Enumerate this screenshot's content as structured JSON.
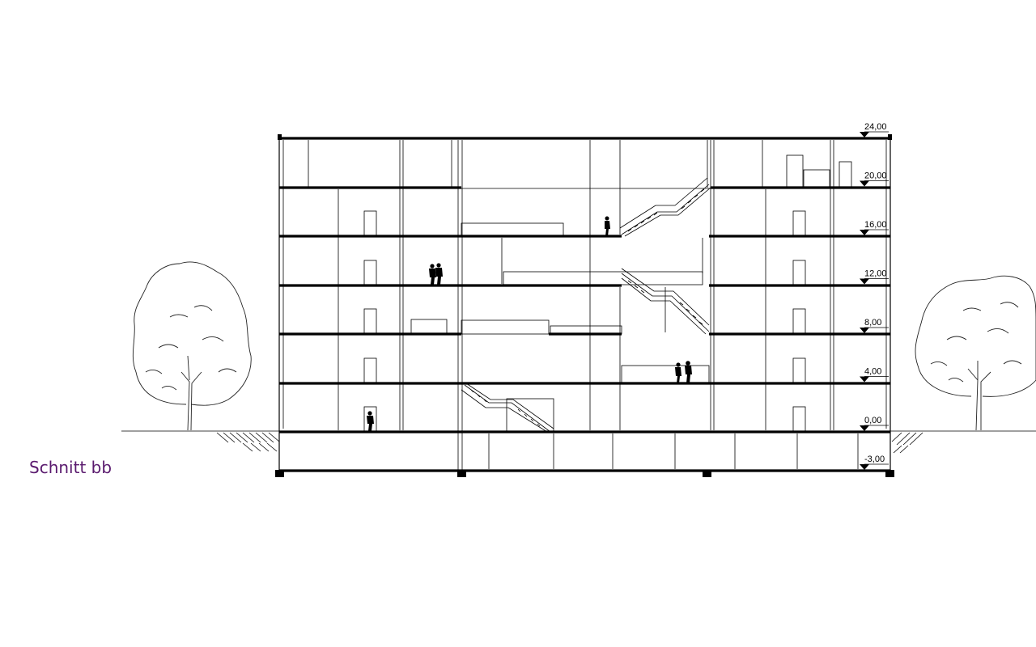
{
  "title": "Schnitt bb",
  "colors": {
    "title": "#5a1a6e",
    "line": "#000000",
    "background": "#ffffff"
  },
  "levels": [
    {
      "label": "24,00",
      "value": 24.0
    },
    {
      "label": "20,00",
      "value": 20.0
    },
    {
      "label": "16,00",
      "value": 16.0
    },
    {
      "label": "12,00",
      "value": 12.0
    },
    {
      "label": "8,00",
      "value": 8.0
    },
    {
      "label": "4,00",
      "value": 4.0
    },
    {
      "label": "0,00",
      "value": 0.0
    },
    {
      "label": "-3,00",
      "value": -3.0
    }
  ]
}
